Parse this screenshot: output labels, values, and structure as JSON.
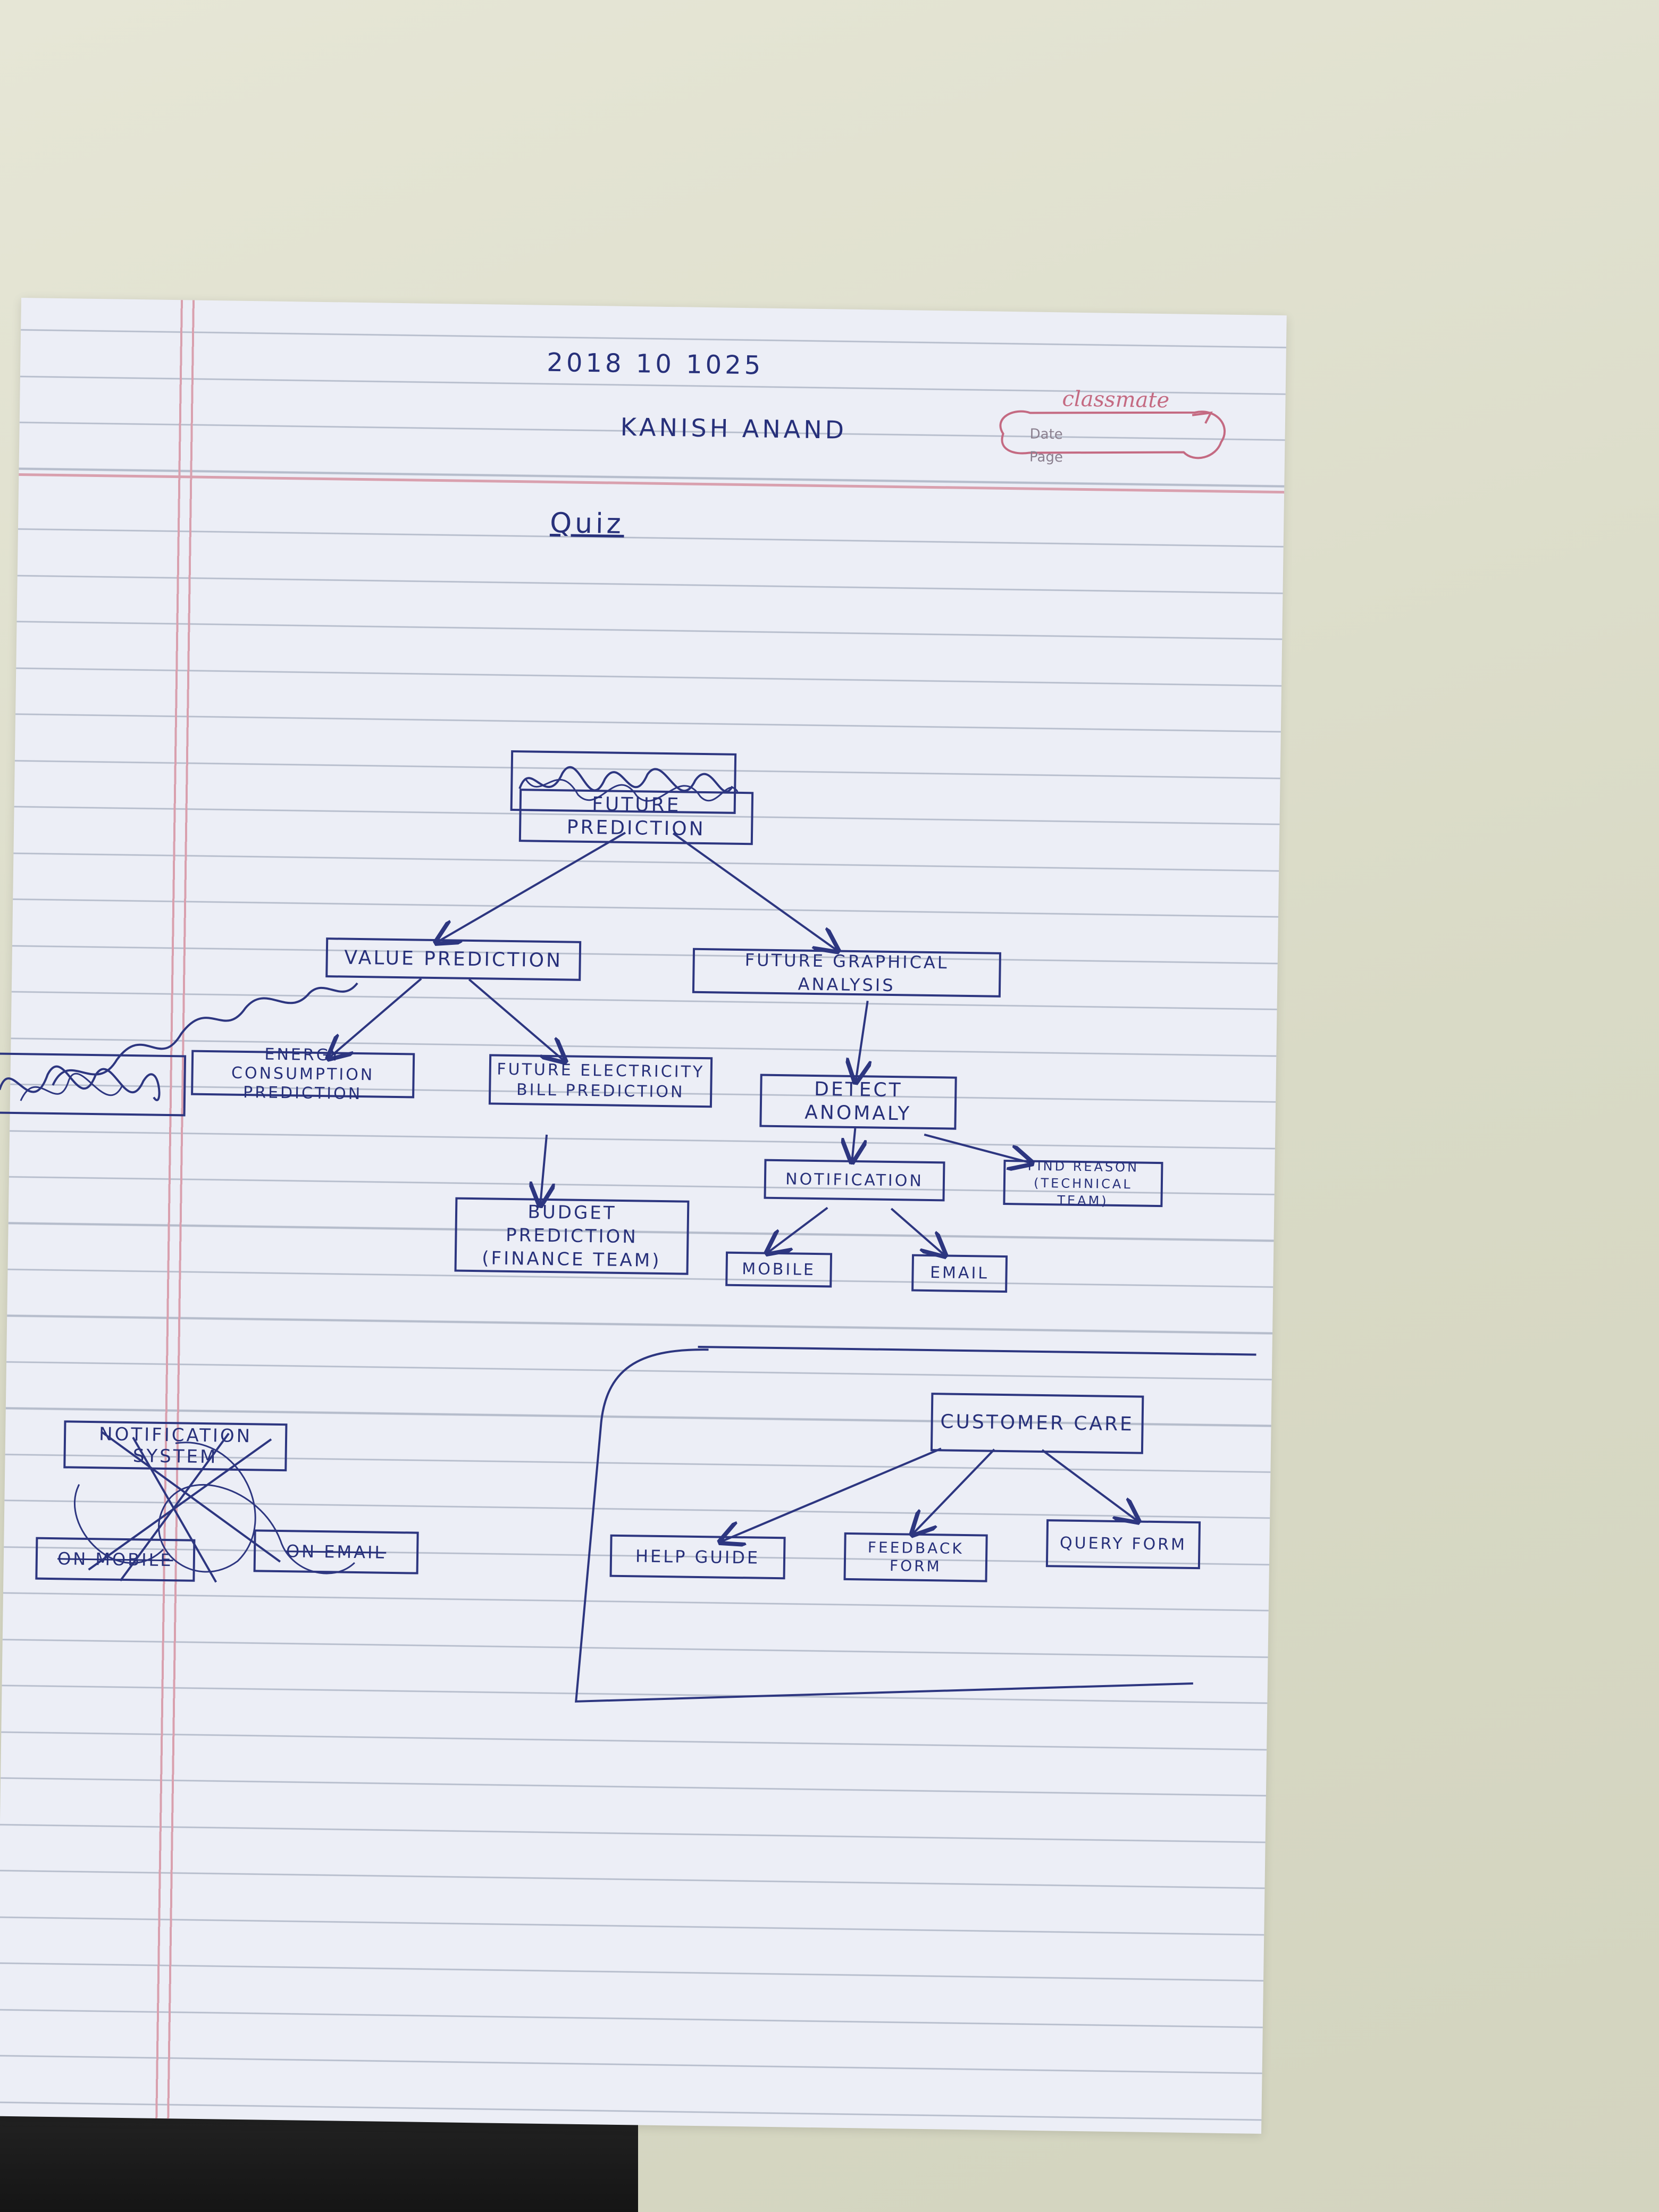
{
  "header": {
    "roll_no": "2018 10 1025",
    "name": "KANISH ANAND",
    "title": "Quiz"
  },
  "logo": {
    "brand": "classmate",
    "date_label": "Date",
    "page_label": "Page"
  },
  "nodes": {
    "future_prediction": "FUTURE PREDICTION",
    "value_prediction": "VALUE PREDICTION",
    "future_graphical_analysis": "FUTURE GRAPHICAL ANALYSIS",
    "energy_consumption": "ENERGY CONSUMPTION\nPREDICTION",
    "future_bill": "FUTURE ELECTRICITY\nBILL PREDICTION",
    "budget_prediction": "BUDGET PREDICTION\n(FINANCE TEAM)",
    "detect_anomaly": "DETECT\nANOMALY",
    "notification": "NOTIFICATION",
    "find_reason": "FIND REASON\n(TECHNICAL TEAM)",
    "mobile": "MOBILE",
    "email": "EMAIL",
    "customer_care": "CUSTOMER CARE",
    "help_guide": "HELP GUIDE",
    "feedback_form": "FEEDBACK\nFORM",
    "query_form": "QUERY FORM",
    "crossed_notification_system": "NOTIFICATION\nSYSTEM",
    "crossed_on_mobile": "ON MOBILE",
    "crossed_on_email": "ON EMAIL"
  },
  "colors": {
    "ink": "#27307a",
    "margin_line": "#d9a0ae",
    "ruled_line": "#b5bccb",
    "paper": "#eceef6",
    "brand": "#c46a82"
  }
}
